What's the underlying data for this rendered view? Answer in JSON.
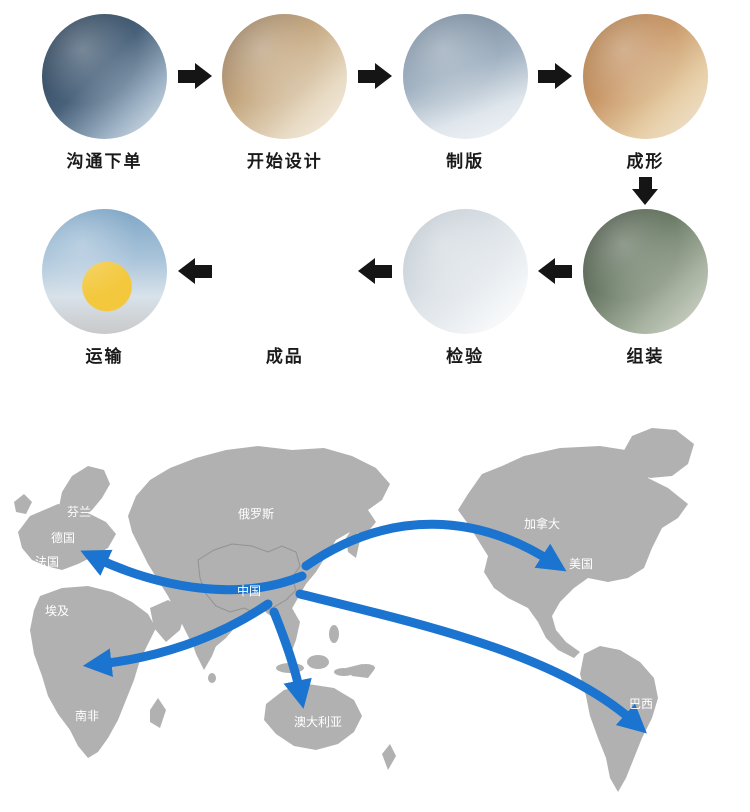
{
  "process": {
    "row1": [
      {
        "label": "沟通下单",
        "photo": "handshake-photo"
      },
      {
        "label": "开始设计",
        "photo": "design-sketch-photo"
      },
      {
        "label": "制版",
        "photo": "sewing-machine-photo"
      },
      {
        "label": "成形",
        "photo": "wood-forming-photo"
      }
    ],
    "row2": [
      {
        "label": "运输",
        "photo": "truck-photo"
      },
      {
        "label": "成品",
        "photo": "gift-box-photo"
      },
      {
        "label": "检验",
        "photo": "inspection-photo"
      },
      {
        "label": "组装",
        "photo": "assembly-photo"
      }
    ],
    "icons": {
      "right_arrow": "right-arrow-icon",
      "left_arrow": "left-arrow-icon",
      "down_arrow": "down-arrow-icon"
    }
  },
  "map": {
    "labels": [
      {
        "text": "芬兰"
      },
      {
        "text": "德国"
      },
      {
        "text": "法国"
      },
      {
        "text": "埃及"
      },
      {
        "text": "南非"
      },
      {
        "text": "俄罗斯"
      },
      {
        "text": "中国"
      },
      {
        "text": "加拿大"
      },
      {
        "text": "美国"
      },
      {
        "text": "澳大利亚"
      },
      {
        "text": "巴西"
      }
    ],
    "colors": {
      "land": "#b1b1b1",
      "route_arrow": "#1b74cf",
      "process_arrow": "#151515",
      "map_label_text": "#ffffff"
    }
  }
}
